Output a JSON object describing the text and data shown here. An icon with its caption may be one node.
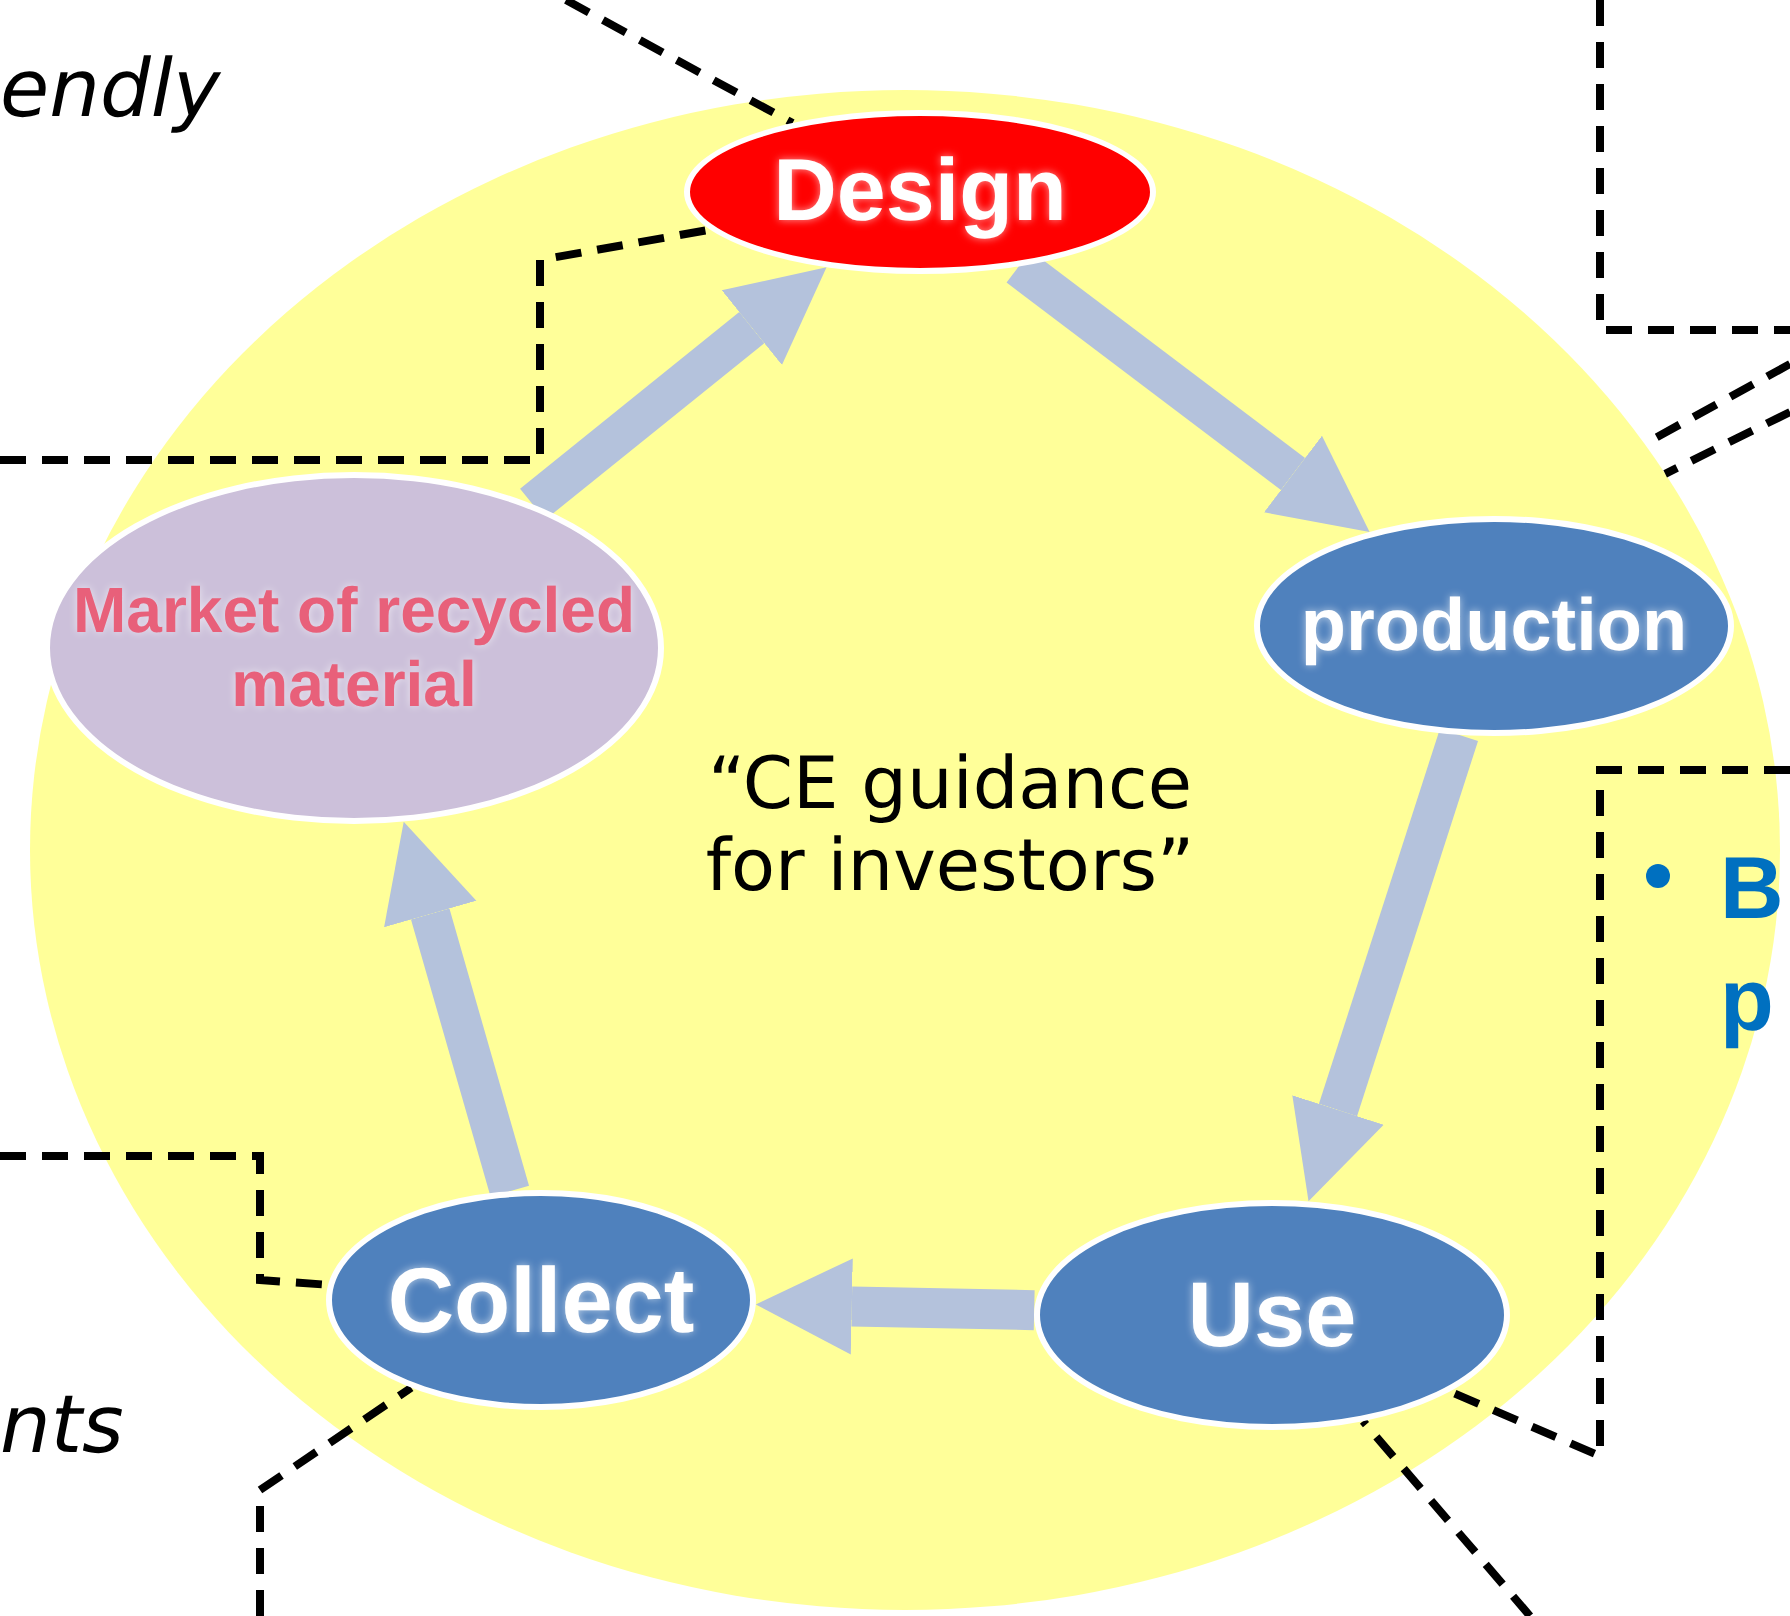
{
  "diagram": {
    "nodes": [
      {
        "text": [
          "“CE guidance for investors”"
        ]
      },
      {
        "text": [
          "Design"
        ],
        "in": 0
      },
      {
        "text": [
          "production"
        ],
        "in": 0
      },
      {
        "text": [
          "Use"
        ],
        "in": 0
      },
      {
        "text": [
          "Collect"
        ],
        "in": 0
      },
      {
        "text": [
          "Market of recycled material"
        ],
        "in": 0
      }
    ],
    "edges": [
      {
        "from": 1,
        "to": 2,
        "arrow": "to",
        "style": "thick",
        "color": "#b4c2dc"
      },
      {
        "from": 2,
        "to": 3,
        "arrow": "to",
        "style": "thick",
        "color": "#b4c2dc"
      },
      {
        "from": 3,
        "to": 4,
        "arrow": "to",
        "style": "thick",
        "color": "#b4c2dc"
      },
      {
        "from": 4,
        "to": 5,
        "arrow": "to",
        "style": "thick",
        "color": "#b4c2dc"
      },
      {
        "from": 5,
        "to": 1,
        "arrow": "to",
        "style": "thick",
        "color": "#b4c2dc"
      },
      {
        "from": null,
        "to": 1,
        "arrow": "none",
        "style": "dashed",
        "color": "#000000"
      },
      {
        "from": null,
        "to": 1,
        "arrow": "none",
        "style": "dashed",
        "color": "#000000"
      },
      {
        "from": null,
        "to": 0,
        "arrow": "none",
        "style": "dashed",
        "color": "#000000"
      },
      {
        "from": null,
        "to": 0,
        "arrow": "none",
        "style": "dashed",
        "color": "#000000"
      },
      {
        "from": null,
        "to": 3,
        "arrow": "none",
        "style": "dashed",
        "color": "#000000"
      },
      {
        "from": null,
        "to": 3,
        "arrow": "none",
        "style": "dashed",
        "color": "#000000"
      },
      {
        "from": null,
        "to": 4,
        "arrow": "none",
        "style": "dashed",
        "color": "#000000"
      },
      {
        "from": null,
        "to": 4,
        "arrow": "none",
        "style": "dashed",
        "color": "#000000"
      }
    ],
    "labels": [
      "endly",
      "nts",
      "B",
      "p"
    ]
  }
}
